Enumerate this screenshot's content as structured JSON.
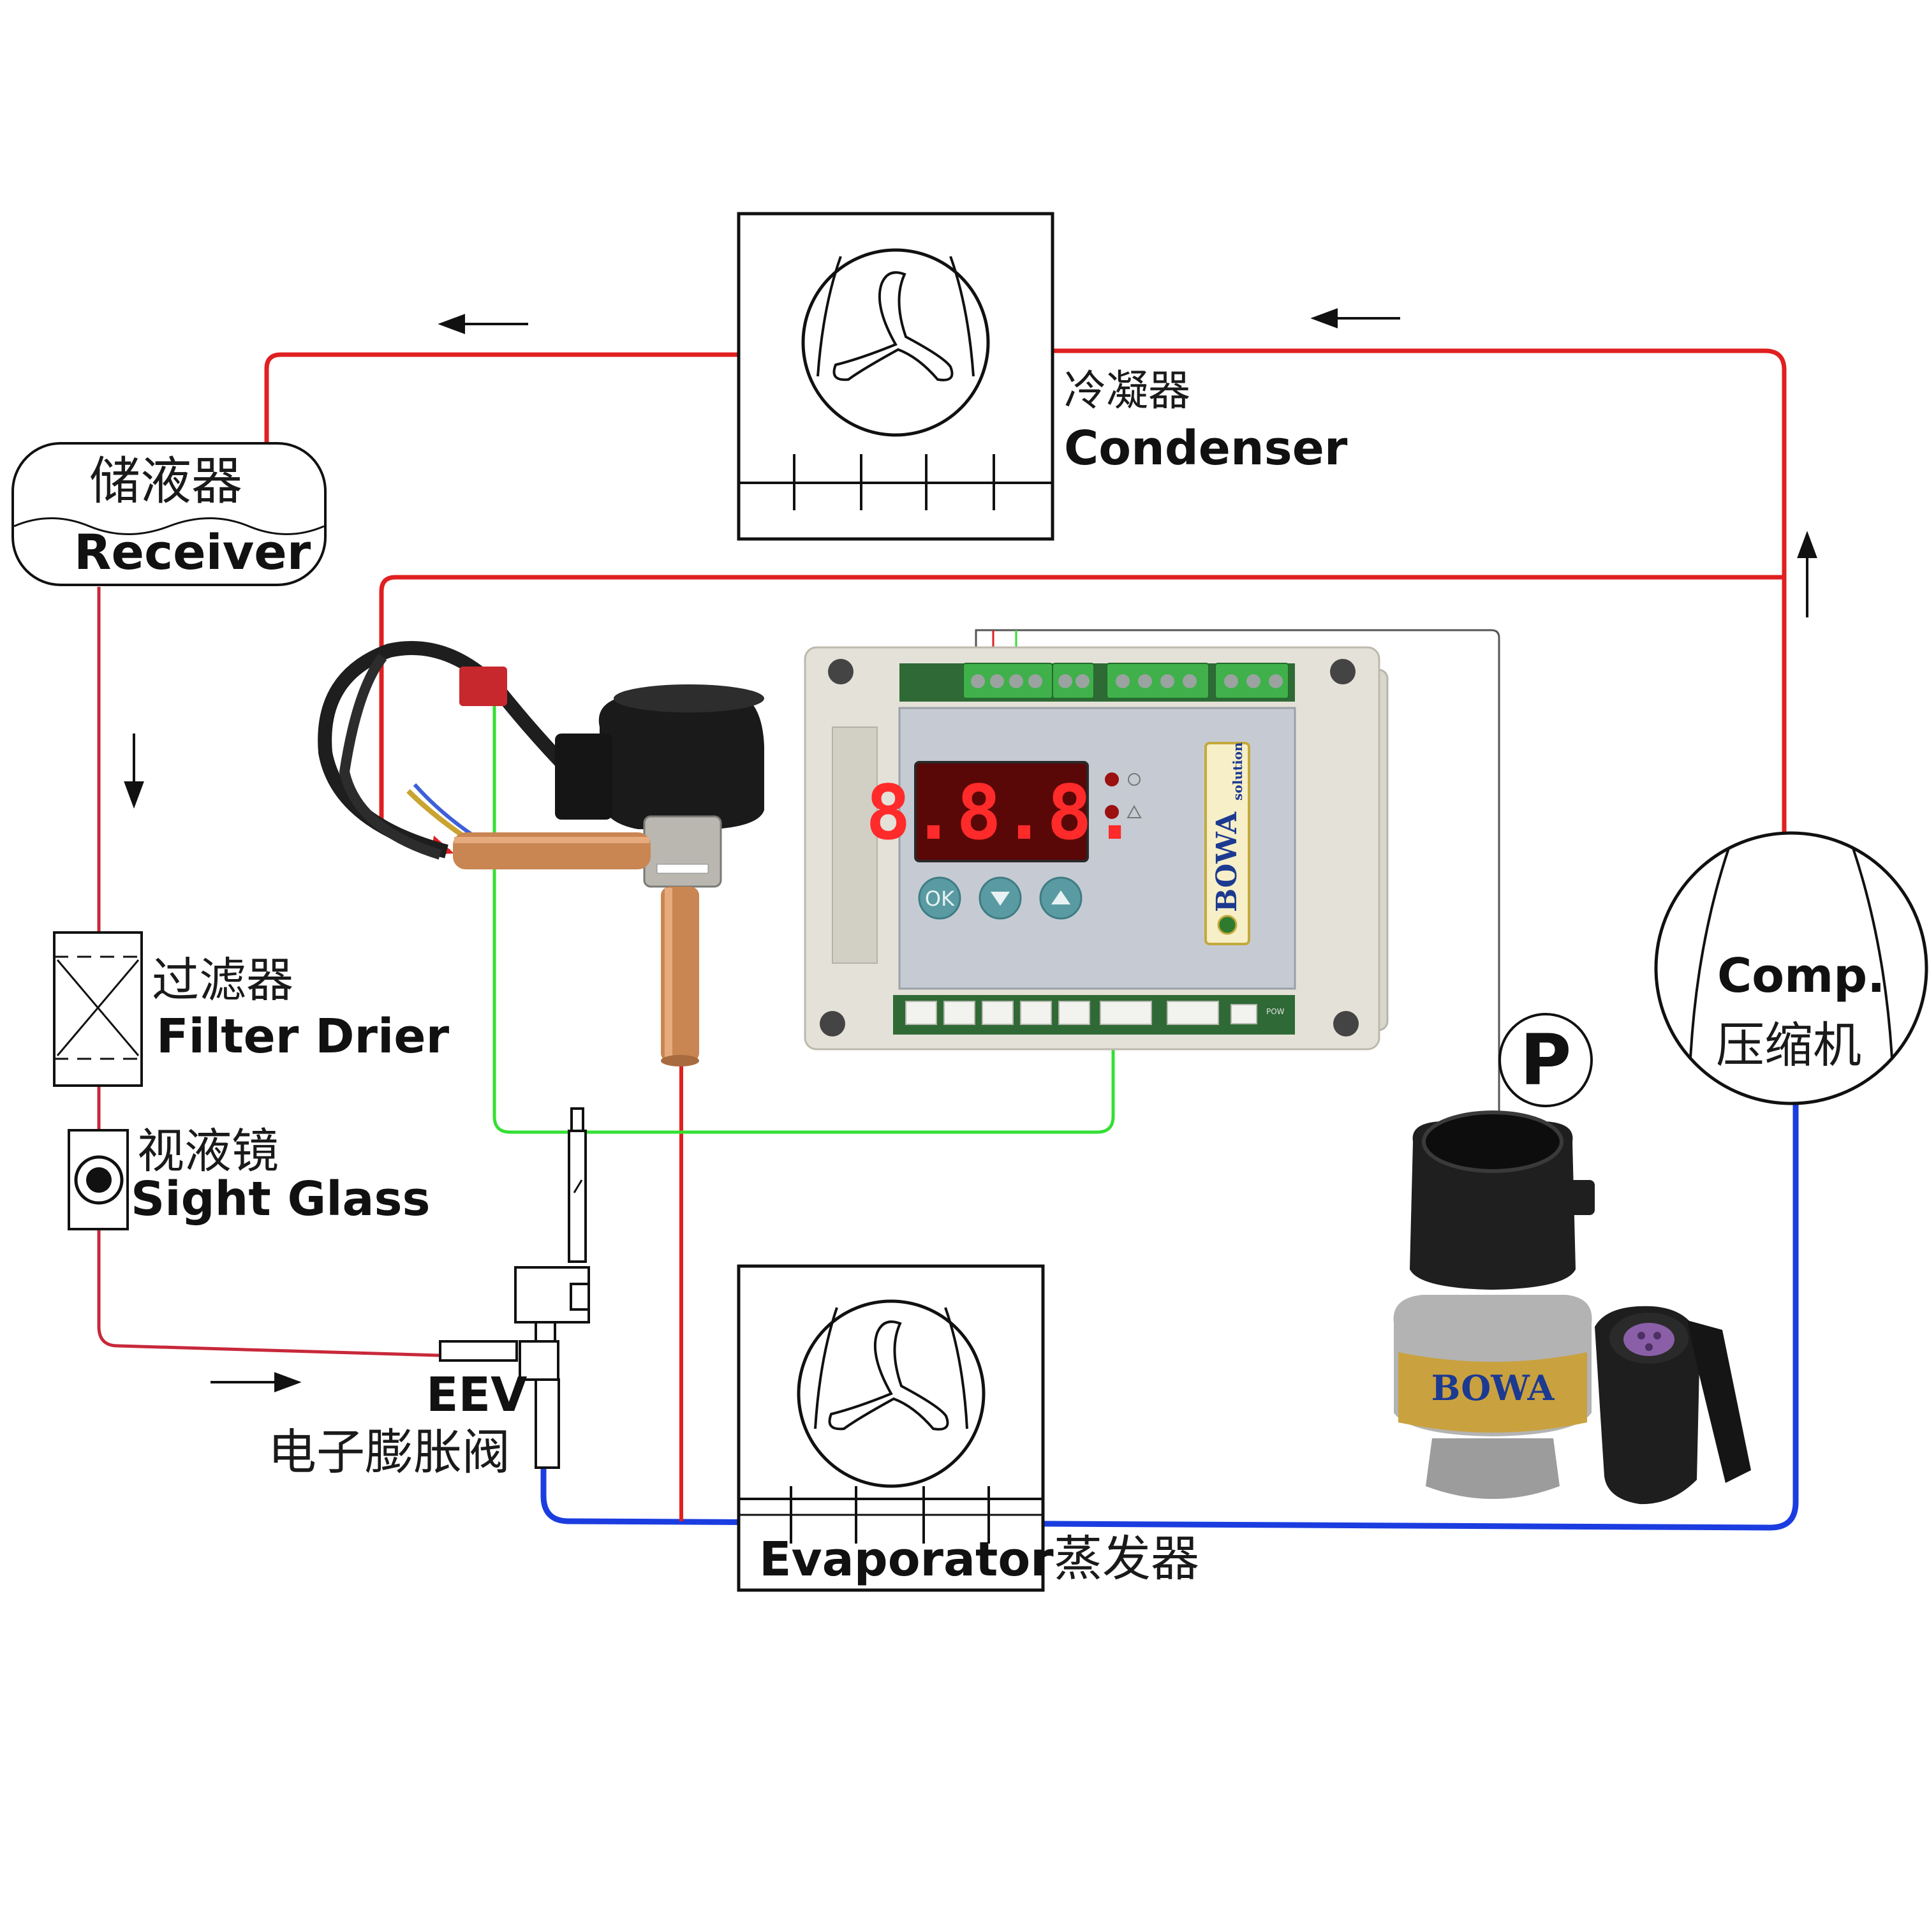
{
  "labels": {
    "condenser_cn": "冷凝器",
    "condenser_en": "Condenser",
    "receiver_cn": "储液器",
    "receiver_en": "Receiver",
    "filter_cn": "过滤器",
    "filter_en": "Filter Drier",
    "sight_cn": "视液镜",
    "sight_en": "Sight Glass",
    "eev_en": "EEV",
    "eev_cn": "电子膨胀阀",
    "evaporator_en": "Evaporator",
    "evaporator_cn": "蒸发器",
    "comp_en": "Comp.",
    "comp_cn": "压缩机",
    "pressure_symbol": "P"
  },
  "controller": {
    "display": "8.8.8.",
    "ok_label": "OK",
    "brand": "BOWA",
    "brand_sub": "solution",
    "pow_label": "POW"
  },
  "sensor": {
    "brand": "BOWA"
  },
  "colors": {
    "high_pressure_line": "#e02020",
    "low_pressure_line": "#1b3de0",
    "signal_line": "#33e033",
    "controller_body": "#e4e1d8",
    "controller_panel": "#c6cbd3",
    "lcd_red": "#ff2a2a",
    "button_teal": "#5a9ba3"
  }
}
